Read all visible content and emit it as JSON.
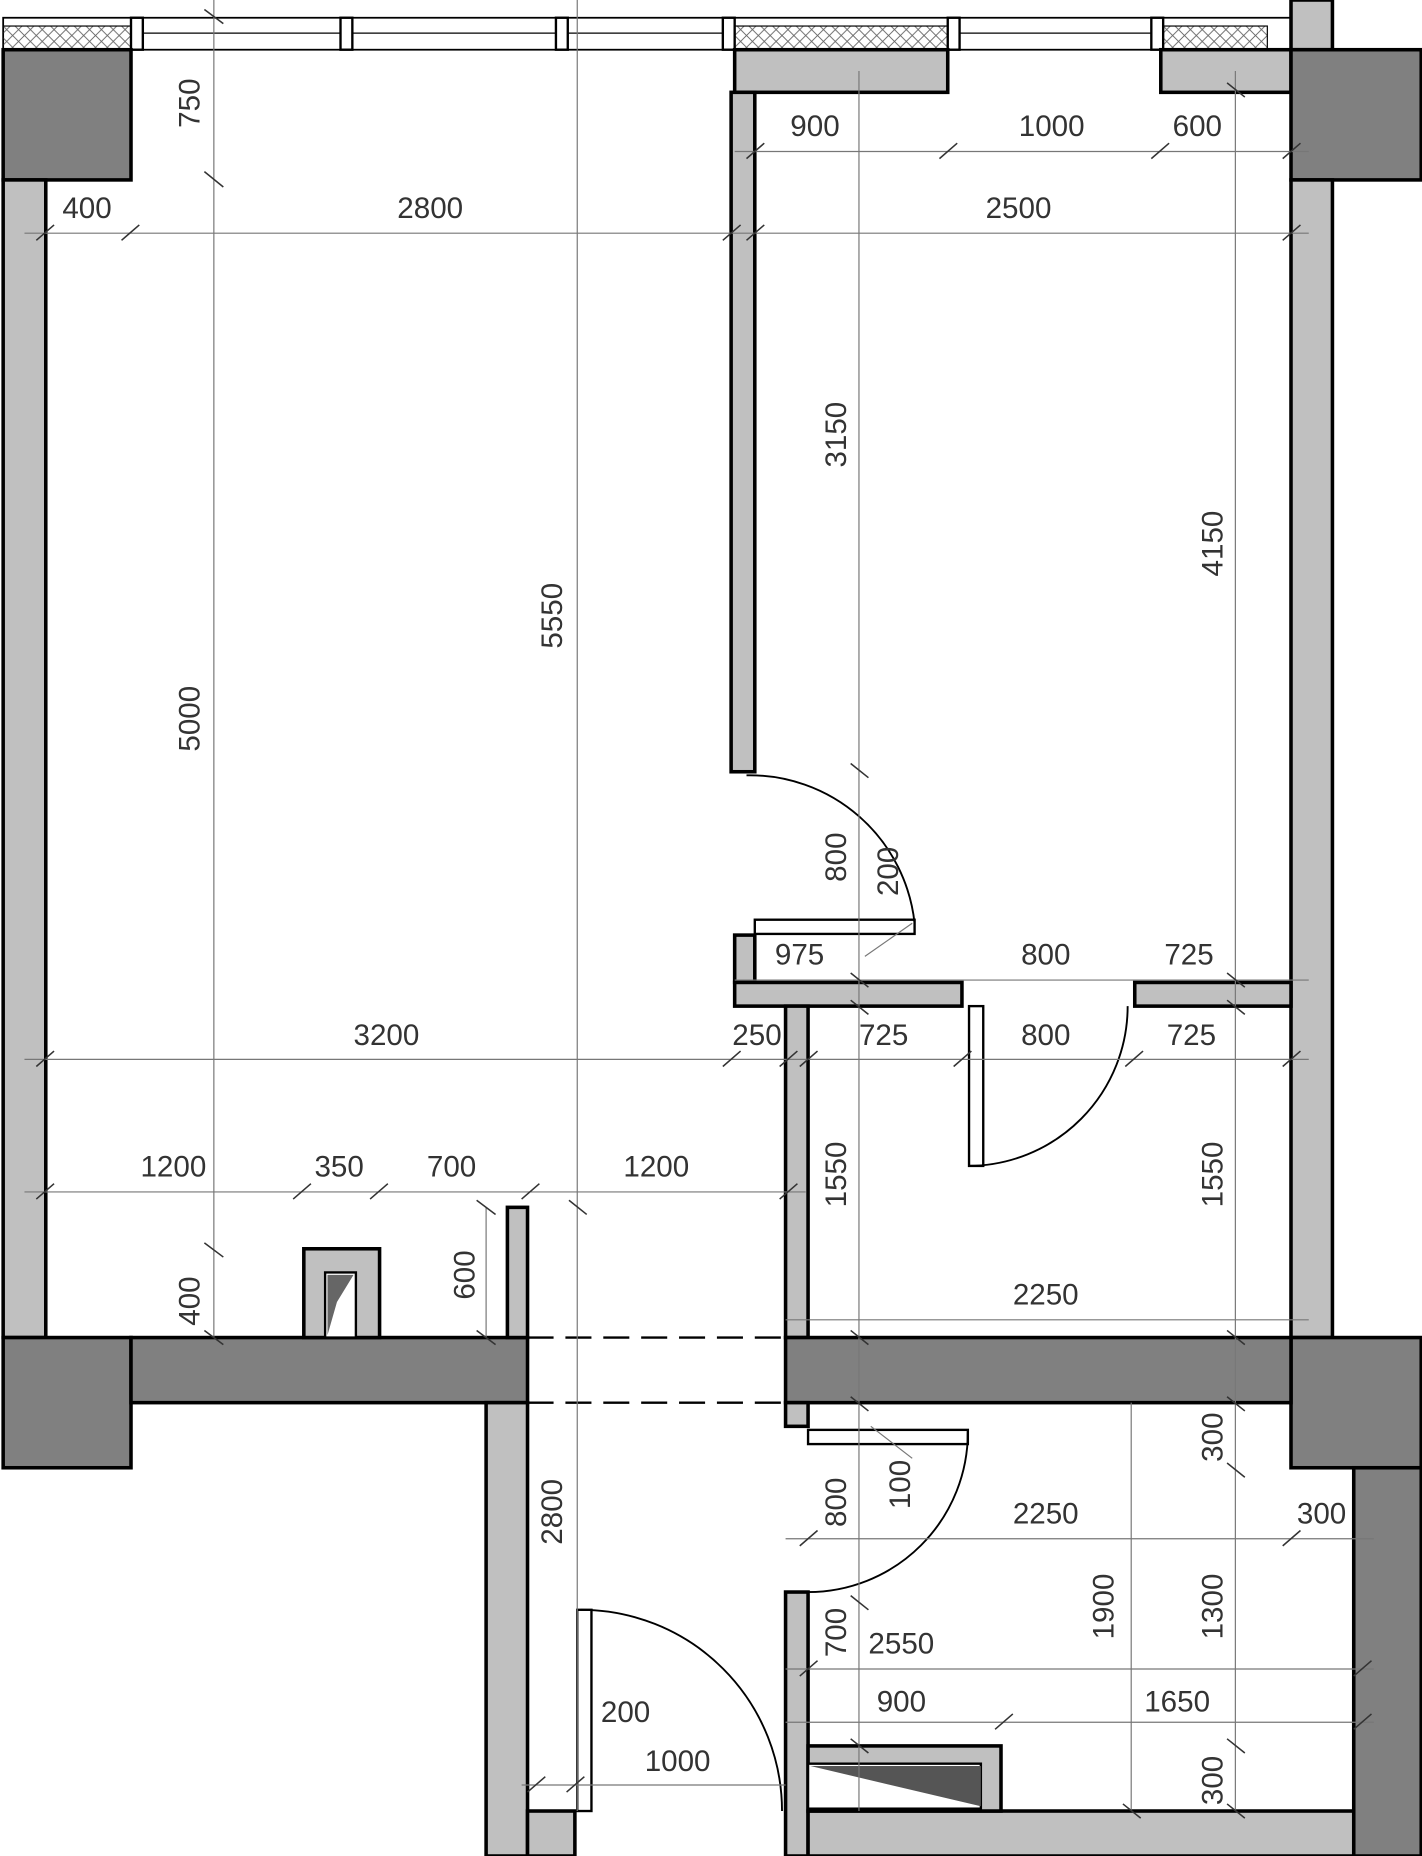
{
  "plan": {
    "dimensions": [
      "750",
      "900",
      "1000",
      "600",
      "400",
      "2800",
      "2500",
      "3150",
      "4150",
      "5550",
      "5000",
      "800",
      "200",
      "975",
      "800",
      "725",
      "3200",
      "250",
      "725",
      "800",
      "725",
      "1200",
      "350",
      "700",
      "1200",
      "1550",
      "1550",
      "600",
      "400",
      "2250",
      "300",
      "2800",
      "100",
      "800",
      "2250",
      "300",
      "1900",
      "1300",
      "700",
      "2550",
      "900",
      "1650",
      "200",
      "1000",
      "300"
    ]
  }
}
